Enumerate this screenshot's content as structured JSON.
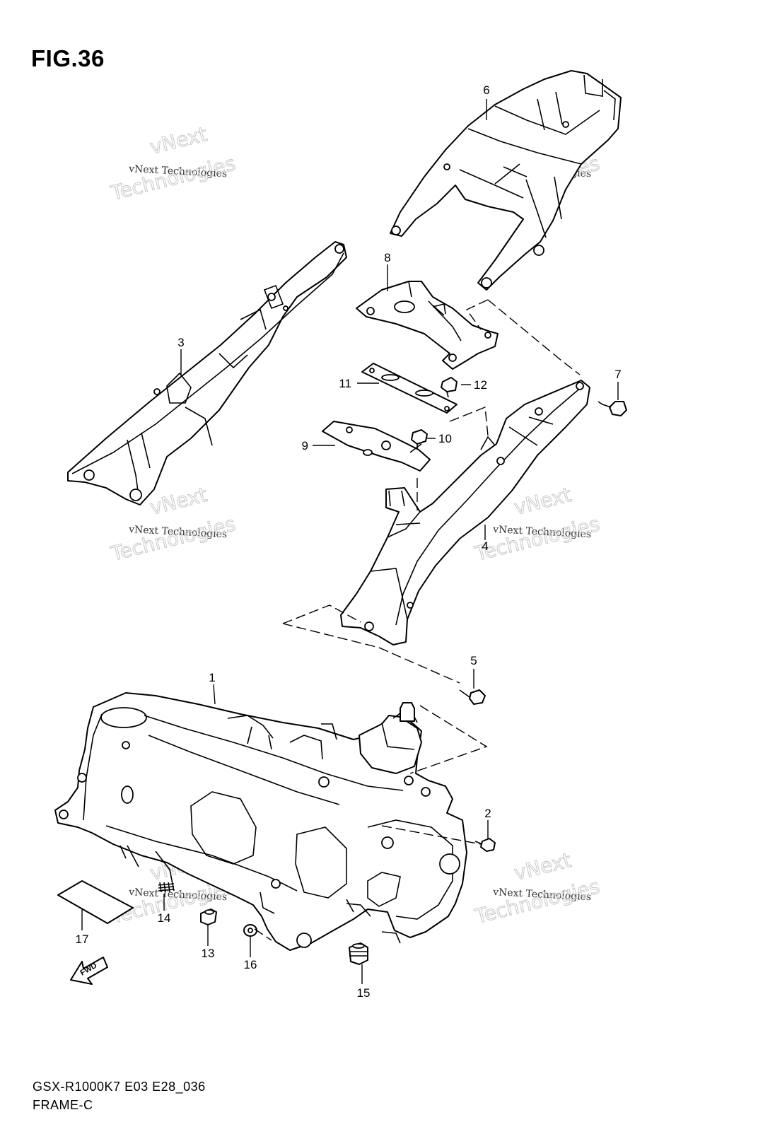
{
  "figure": {
    "title": "FIG.36",
    "model_code": "GSX-R1000K7 E03 E28_036",
    "section": "FRAME-C"
  },
  "callouts": [
    "1",
    "2",
    "3",
    "4",
    "5",
    "6",
    "7",
    "8",
    "9",
    "10",
    "11",
    "12",
    "13",
    "14",
    "15",
    "16",
    "17"
  ],
  "watermark": {
    "line1": "vNext",
    "line2": "vNext Technologies",
    "line3": "Technologies"
  },
  "direction_arrow": {
    "label": "FWD",
    "icon": "fwd-arrow-icon"
  }
}
